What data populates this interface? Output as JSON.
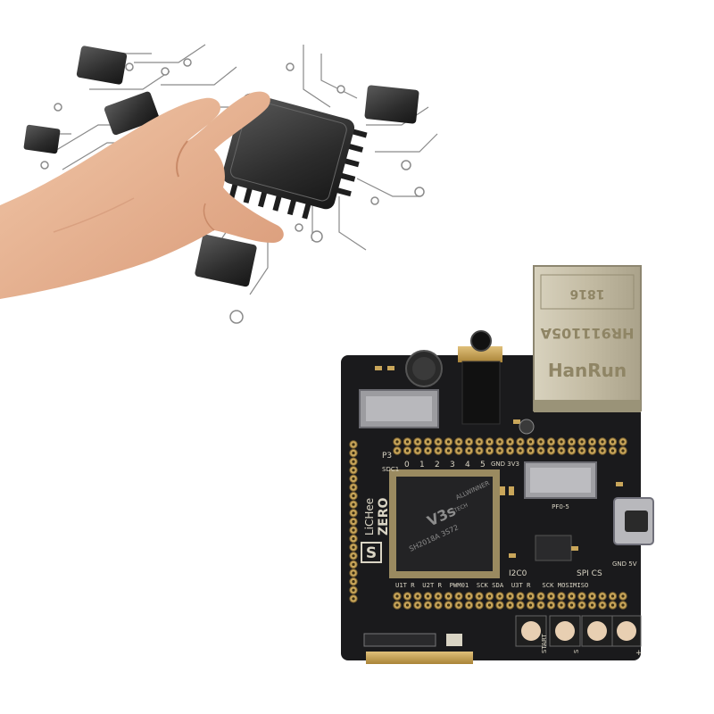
{
  "image": {
    "description_layer": "photo-composite",
    "colors": {
      "background": "#ffffff",
      "pcb": "#1a1a1c",
      "gold": "#c9a65a",
      "silk": "#d9d4c4",
      "skin": "#e8b595"
    }
  },
  "board": {
    "brand_line1": "LiCHee",
    "brand_line2": "ZERO",
    "logo_letter": "S",
    "rj45_model": "HR911105A",
    "rj45_brand": "HanRun",
    "rj45_code": "1816",
    "soc_vendor": "ALLWINNER",
    "soc_vendor_sub": "TECH",
    "soc_model": "V3s",
    "soc_code": "SH2018A 3S72",
    "top_labels": {
      "p3": "P3",
      "sdc1": "SDC1",
      "n0": "0",
      "n1": "1",
      "n2": "2",
      "n3": "3",
      "n4": "4",
      "n5": "5",
      "gnd_3v3": "GND 3V3",
      "tf": "PF0-5"
    },
    "bottom_labels": {
      "i2c0": "I2C0",
      "spi_cs": "SPI CS",
      "gnd_5v": "GND 5V",
      "row": "U1T R  U2T R  PWM01  SCK SDA  U3T R   SCK MOSIMISO"
    },
    "button_labels": {
      "start": "START",
      "s": "S",
      "plus": "+"
    }
  }
}
